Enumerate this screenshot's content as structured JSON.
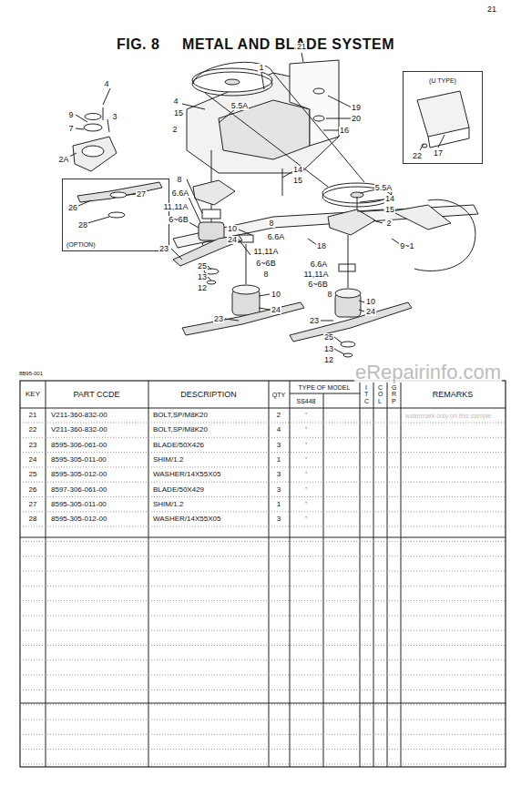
{
  "diagram": {
    "title": "FIG. 8     METAL AND BLADE SYSTEM",
    "nodes": [
      {
        "text": [
          "(OPTION)"
        ]
      },
      {
        "text": [
          "(U TYPE)"
        ]
      }
    ],
    "labels": [
      "21",
      "9",
      "4",
      "7",
      "3",
      "2A",
      "1",
      "21",
      "4",
      "5.5A",
      "15",
      "2",
      "19",
      "20",
      "16",
      "8",
      "6.6A",
      "11,11A",
      "6~6B",
      "14",
      "15",
      "5.5A",
      "14",
      "15",
      "2",
      "10",
      "24",
      "8",
      "6.6A",
      "11,11A",
      "18",
      "6~6B",
      "8",
      "6.6A",
      "11,11A",
      "6~6B",
      "8",
      "9~1",
      "23",
      "25",
      "13",
      "12",
      "10",
      "24",
      "23",
      "10",
      "24",
      "23",
      "25",
      "13",
      "12",
      "27",
      "26",
      "28",
      "22",
      "17",
      "8B95-001",
      "KEY",
      "PART CCDE",
      "DESCRIPTION",
      "QTY",
      "TYPE OF MODEL",
      "SS448",
      "ITC",
      "COL",
      "GRP",
      "REMARKS",
      "21",
      "V211-360-832-00",
      "BOLT,SP/M8K20",
      "2",
      "'",
      "22",
      "V211-360-832-00",
      "BOLT,SP/M8K20",
      "4",
      "'",
      "23",
      "8595-306-061-00",
      "BLADE/50X426",
      "3",
      "'",
      "24",
      "8595-305-011-00",
      "SHIM/1.2",
      "1",
      "'",
      "25",
      "8595-305-012-00",
      "WASHER/14X55X05",
      "3",
      "'",
      "26",
      "8597-306-061-00",
      "BLADE/50X429",
      "3",
      "'",
      "27",
      "8595-305-011-00",
      "SHIM/1.2",
      "1",
      "'",
      "28",
      "8595-305-012-00",
      "WASHER/14X55X05",
      "3",
      "'",
      "eRepairinfo.com",
      "watermark only on this sample"
    ]
  }
}
